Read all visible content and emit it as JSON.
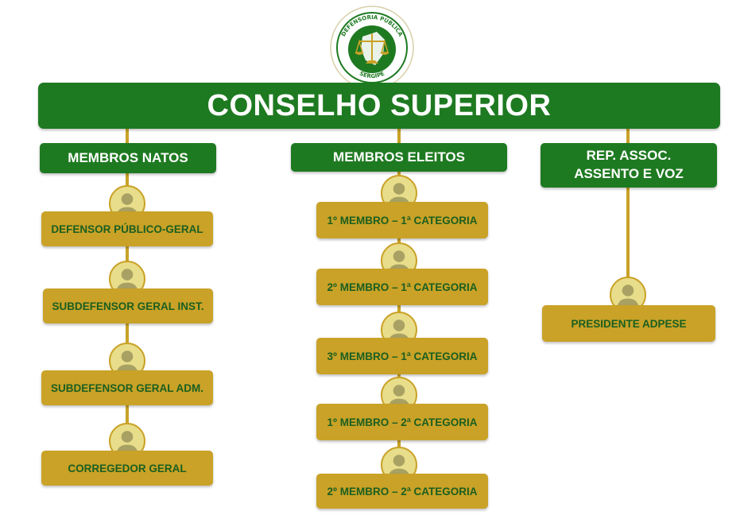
{
  "logo": {
    "top_text": "DEFENSORIA PÚBLICA",
    "bottom_text": "SERGIPE"
  },
  "title": "CONSELHO SUPERIOR",
  "columns": [
    {
      "heading": "MEMBROS NATOS",
      "members": [
        "DEFENSOR PÚBLICO-GERAL",
        "SUBDEFENSOR GERAL INST.",
        "SUBDEFENSOR GERAL ADM.",
        "CORREGEDOR GERAL"
      ]
    },
    {
      "heading": "MEMBROS ELEITOS",
      "members": [
        "1º MEMBRO – 1ª CATEGORIA",
        "2º MEMBRO – 1ª CATEGORIA",
        "3º MEMBRO – 1ª CATEGORIA",
        "1º MEMBRO – 2ª CATEGORIA",
        "2º MEMBRO – 2ª CATEGORIA"
      ]
    },
    {
      "heading_line1": "REP. ASSOC.",
      "heading_line2": "ASSENTO E VOZ",
      "members": [
        "PRESIDENTE ADPESE"
      ]
    }
  ],
  "colors": {
    "green": "#1e7a21",
    "gold": "#c9a227",
    "avatar_bg": "#e8dd8a",
    "member_text": "#1b5e20"
  },
  "icons": {
    "logo": "scales-of-justice-seal",
    "member": "person-silhouette-icon"
  }
}
